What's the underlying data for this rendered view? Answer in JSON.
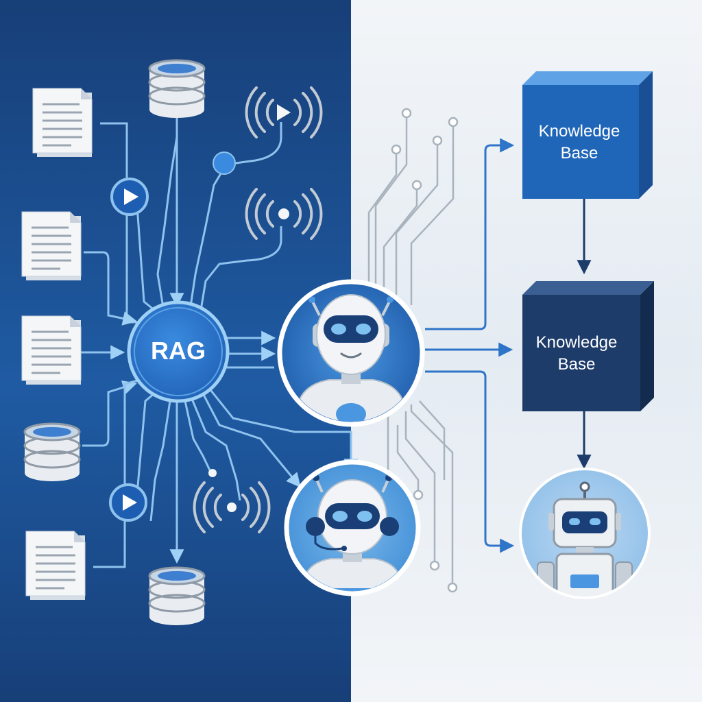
{
  "hub": {
    "label": "RAG"
  },
  "knowledge_bases": [
    {
      "line1": "Knowledge",
      "line2": "Base"
    },
    {
      "line1": "Knowledge",
      "line2": "Base"
    }
  ],
  "icons": [
    "document-icon",
    "database-icon",
    "play-icon",
    "wireless-signal-icon",
    "robot-icon",
    "cube-icon"
  ],
  "colors": {
    "left_background": "#1a4a8a",
    "right_background": "#eef2f6",
    "accent_blue": "#2e74c8",
    "kb_top_block": "#1f66b8",
    "kb_middle_block": "#1d3c6a",
    "line_light": "#8fc3ee",
    "circuit_gray": "#a9b3bd"
  }
}
